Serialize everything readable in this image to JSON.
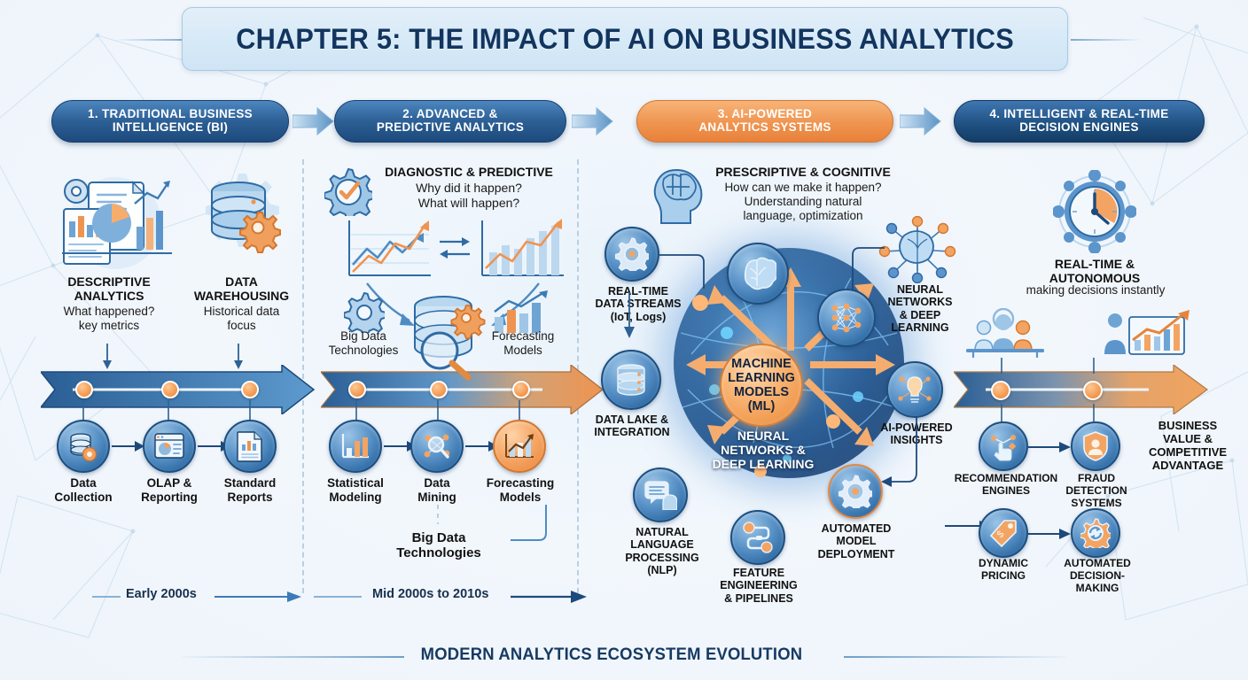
{
  "title": "CHAPTER 5: THE IMPACT OF AI ON BUSINESS ANALYTICS",
  "footer": "MODERN ANALYTICS ECOSYSTEM EVOLUTION",
  "colors": {
    "accent_orange": "#ef9450",
    "deep_blue": "#1d4a7c",
    "mid_blue": "#2f6ba4",
    "background": "#f2f7fc",
    "text_dark": "#111111",
    "title_blue": "#12355f"
  },
  "stages": [
    {
      "id": "stage-1",
      "label": "1. TRADITIONAL BUSINESS\nINTELLIGENCE (BI)",
      "line1": "1. TRADITIONAL BUSINESS",
      "line2": "INTELLIGENCE (BI)",
      "style": "blue"
    },
    {
      "id": "stage-2",
      "label": "2. ADVANCED &\nPREDICTIVE ANALYTICS",
      "line1": "2. ADVANCED &",
      "line2": "PREDICTIVE ANALYTICS",
      "style": "blue"
    },
    {
      "id": "stage-3",
      "label": "3. AI-POWERED\nANALYTICS SYSTEMS",
      "line1": "3. AI-POWERED",
      "line2": "ANALYTICS SYSTEMS",
      "style": "orange"
    },
    {
      "id": "stage-4",
      "label": "4. INTELLIGENT & REAL-TIME\nDECISION ENGINES",
      "line1": "4. INTELLIGENT & REAL-TIME",
      "line2": "DECISION ENGINES",
      "style": "darkblue"
    }
  ],
  "column1": {
    "topics": [
      {
        "icon": "report-chart-icon",
        "title_l1": "DESCRIPTIVE",
        "title_l2": "ANALYTICS",
        "desc_l1": "What happened?",
        "desc_l2": "key metrics"
      },
      {
        "icon": "database-gear-icon",
        "title_l1": "DATA",
        "title_l2": "WAREHOUSING",
        "desc_l1": "Historical data",
        "desc_l2": "focus"
      }
    ],
    "nodes": [
      {
        "icon": "database-gear-icon",
        "l1": "Data",
        "l2": "Collection"
      },
      {
        "icon": "dashboard-report-icon",
        "l1": "OLAP &",
        "l2": "Reporting"
      },
      {
        "icon": "document-chart-icon",
        "l1": "Standard",
        "l2": "Reports"
      }
    ]
  },
  "column2": {
    "header": "DIAGNOSTIC & PREDICTIVE",
    "header_icon": "gear-check-icon",
    "sub_l1": "Why did it happen?",
    "sub_l2": "What will happen?",
    "mid_labels": [
      {
        "icon": "gear-icon",
        "l1": "Big Data",
        "l2": "Technologies"
      },
      {
        "icon": "bar-chart-up-icon",
        "l1": "Forecasting",
        "l2": "Models"
      }
    ],
    "center_icon": "database-magnifier-icon",
    "nodes": [
      {
        "icon": "bar-chart-icon",
        "l1": "Statistical",
        "l2": "Modeling"
      },
      {
        "icon": "data-mining-icon",
        "l1": "Data",
        "l2": "Mining"
      },
      {
        "icon": "forecast-chart-icon",
        "l1": "Forecasting",
        "l2": "Models",
        "style": "orange"
      }
    ],
    "bottom_note_l1": "Big Data",
    "bottom_note_l2": "Technologies"
  },
  "column3": {
    "header": "PRESCRIPTIVE & COGNITIVE",
    "header_icon": "brain-head-icon",
    "sub_l1": "How can we make it happen?",
    "sub_l2": "Understanding natural",
    "sub_l3": "language, optimization",
    "core_l1": "MACHINE",
    "core_l2": "LEARNING",
    "core_l3": "MODELS",
    "core_l4": "(ML)",
    "core_caption_l1": "NEURAL",
    "core_caption_l2": "NETWORKS &",
    "core_caption_l3": "DEEP LEARNING",
    "satellites": [
      {
        "id": "real-time-data-streams",
        "icon": "gear-icon",
        "lines": [
          "REAL-TIME",
          "DATA STREAMS",
          "(IoT, Logs)"
        ]
      },
      {
        "id": "data-lake-integration",
        "icon": "database-icon",
        "lines": [
          "DATA LAKE &",
          "INTEGRATION"
        ]
      },
      {
        "id": "natural-language-processing",
        "icon": "chat-head-icon",
        "lines": [
          "NATURAL",
          "LANGUAGE",
          "PROCESSING",
          "(NLP)"
        ]
      },
      {
        "id": "feature-engineering",
        "icon": "pipeline-icon",
        "lines": [
          "FEATURE",
          "ENGINEERING",
          "& PIPELINES"
        ]
      },
      {
        "id": "automated-model-deployment",
        "icon": "gear-deploy-icon",
        "lines": [
          "AUTOMATED",
          "MODEL",
          "DEPLOYMENT"
        ]
      },
      {
        "id": "ai-powered-insights",
        "icon": "lightbulb-network-icon",
        "lines": [
          "AI-POWERED",
          "INSIGHTS"
        ]
      },
      {
        "id": "neural-networks-deep-learning",
        "icon": "neural-net-icon",
        "lines": [
          "NEURAL",
          "NETWORKS",
          "& DEEP",
          "LEARNING"
        ]
      },
      {
        "id": "brain-node",
        "icon": "brain-icon",
        "lines": []
      }
    ]
  },
  "column4": {
    "header_icon": "clock-gear-icon",
    "header_l1": "REAL-TIME &",
    "header_l2": "AUTONOMOUS",
    "sub": "making decisions instantly",
    "side_icons": [
      {
        "icon": "team-meeting-icon"
      },
      {
        "icon": "person-growth-chart-icon"
      }
    ],
    "nodes": [
      {
        "icon": "recommendation-icon",
        "l1": "RECOMMENDATION",
        "l2": "ENGINES"
      },
      {
        "icon": "shield-user-icon",
        "l1": "FRAUD",
        "l2": "DETECTION",
        "l3": "SYSTEMS"
      },
      {
        "icon": "price-tag-icon",
        "l1": "DYNAMIC",
        "l2": "PRICING"
      },
      {
        "icon": "gear-refresh-icon",
        "l1": "AUTOMATED",
        "l2": "DECISION-",
        "l3": "MAKING"
      }
    ],
    "outcome_l1": "BUSINESS",
    "outcome_l2": "VALUE &",
    "outcome_l3": "COMPETITIVE",
    "outcome_l4": "ADVANTAGE"
  },
  "eras": [
    {
      "label": "Early 2000s"
    },
    {
      "label": "Mid 2000s to 2010s"
    }
  ]
}
